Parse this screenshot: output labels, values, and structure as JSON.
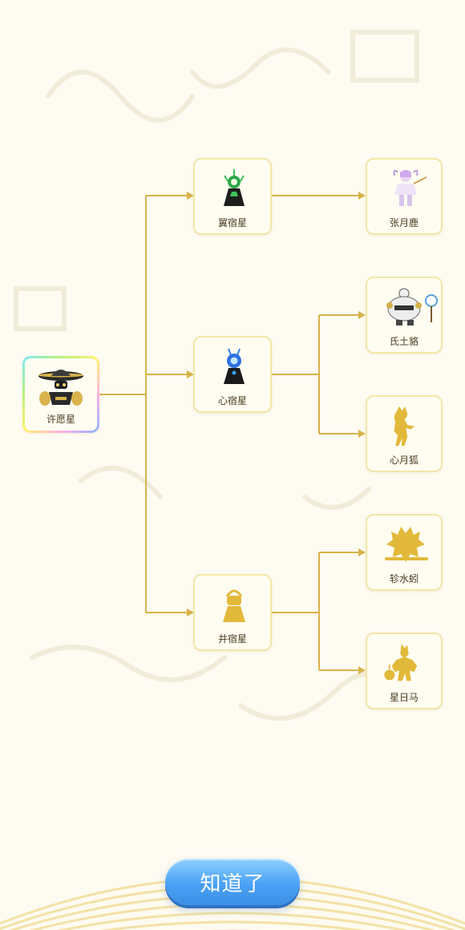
{
  "tree": {
    "root": {
      "label": "许愿星",
      "figure": "wish-star-spirit",
      "rarity": "rainbow"
    },
    "branches": [
      {
        "label": "翼宿星",
        "figure": "wing-star-spirit",
        "revealed": true,
        "children": [
          {
            "label": "张月鹿",
            "figure": "zhang-yue-lu",
            "revealed": true
          }
        ]
      },
      {
        "label": "心宿星",
        "figure": "heart-star-spirit",
        "revealed": true,
        "children": [
          {
            "label": "氐土貉",
            "figure": "di-tu-he",
            "revealed": true
          },
          {
            "label": "心月狐",
            "figure": "xin-yue-hu",
            "revealed": false
          }
        ]
      },
      {
        "label": "井宿星",
        "figure": "well-star-spirit",
        "revealed": false,
        "children": [
          {
            "label": "轸水蚓",
            "figure": "zhen-shui-yin",
            "revealed": false
          },
          {
            "label": "星日马",
            "figure": "xing-ri-ma",
            "revealed": false
          }
        ]
      }
    ]
  },
  "footer": {
    "confirm_label": "知道了"
  },
  "colors": {
    "connector": "#d8b34a",
    "node_border": "#f3e6a8",
    "silhouette": "#e2b93a",
    "button": "#4aa2f5"
  }
}
